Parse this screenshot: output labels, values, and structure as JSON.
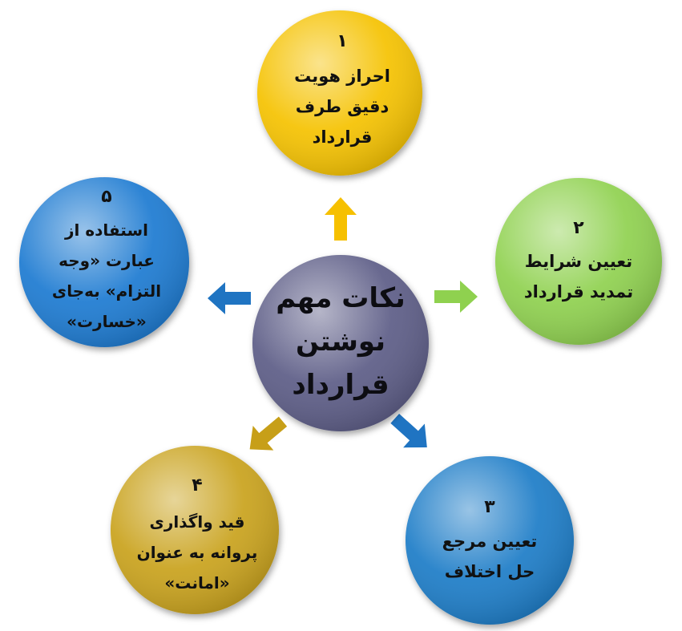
{
  "center": {
    "lines": [
      "نکات مهم",
      "نوشتن",
      "قرارداد"
    ],
    "color": "#5b5c86"
  },
  "nodes": [
    {
      "id": "1",
      "number": "۱",
      "lines": [
        "احراز هویت",
        "دقیق طرف",
        "قرارداد"
      ],
      "color": "#f5c200"
    },
    {
      "id": "2",
      "number": "۲",
      "lines": [
        "تعیین شرایط",
        "تمدید قرارداد"
      ],
      "color": "#8fd14f"
    },
    {
      "id": "3",
      "number": "۳",
      "lines": [
        "تعیین مرجع",
        "حل اختلاف"
      ],
      "color": "#1a7cc7"
    },
    {
      "id": "4",
      "number": "۴",
      "lines": [
        "قید واگذاری",
        "پروانه به عنوان",
        "«امانت»"
      ],
      "color": "#c9a21c"
    },
    {
      "id": "5",
      "number": "۵",
      "lines": [
        "استفاده از",
        "عبارت «وجه",
        "التزام» به‌جای",
        "«خسارت»"
      ],
      "color": "#1f7ad1"
    }
  ],
  "arrows": [
    {
      "to": "1",
      "color": "#f6c000"
    },
    {
      "to": "2",
      "color": "#8fd14f"
    },
    {
      "to": "3",
      "color": "#1f74c2"
    },
    {
      "to": "4",
      "color": "#c79f18"
    },
    {
      "to": "5",
      "color": "#1f74c2"
    }
  ]
}
